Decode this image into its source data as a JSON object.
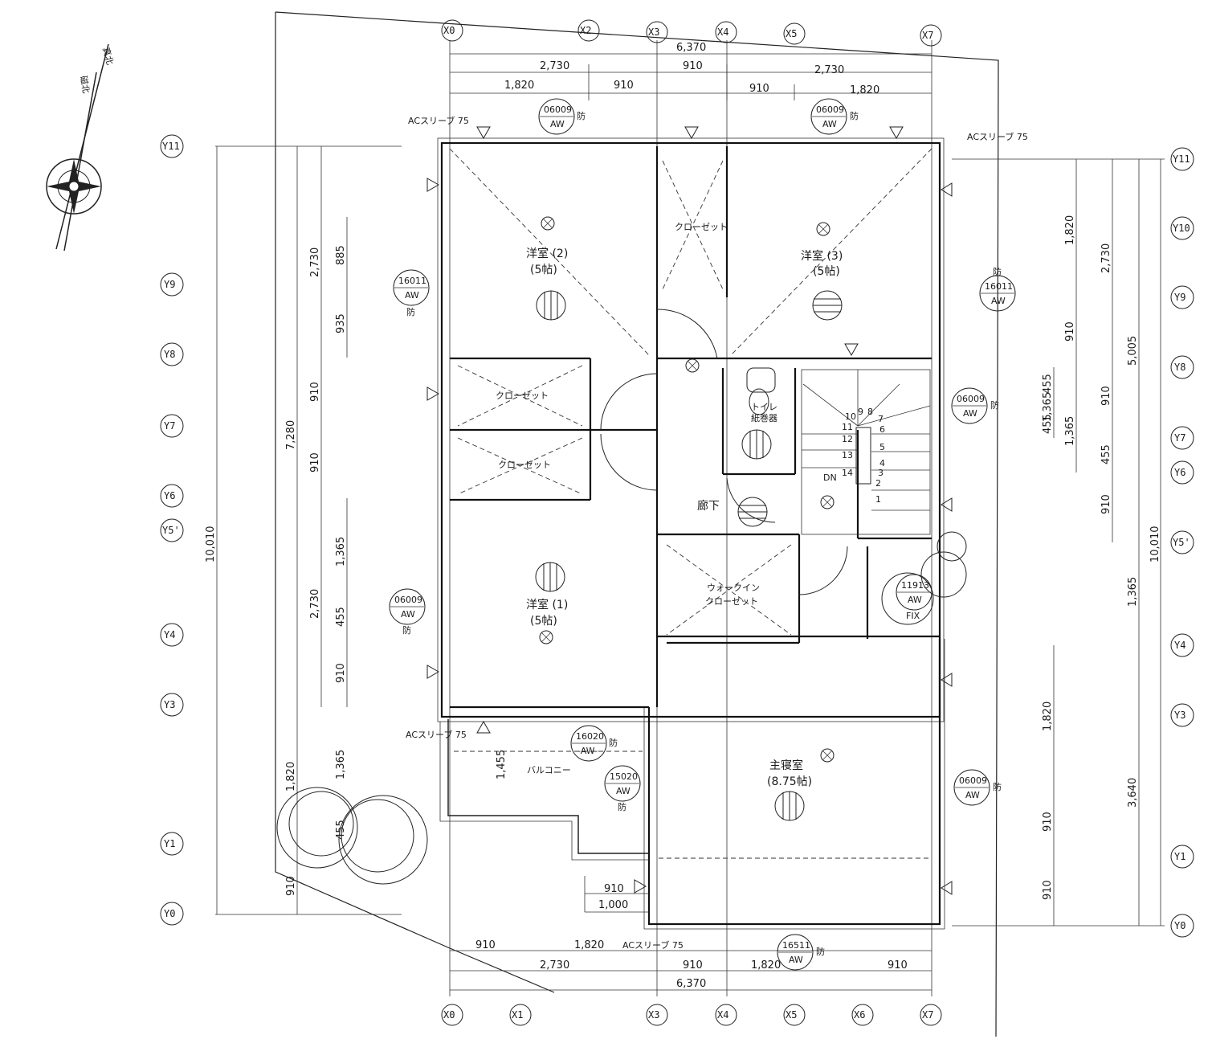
{
  "compass": {
    "true_north": "真北",
    "magnetic_north": "磁北"
  },
  "grid": {
    "x_top": [
      "X0",
      "X2",
      "X3",
      "X4",
      "X5",
      "X7"
    ],
    "x_bottom": [
      "X0",
      "X1",
      "X3",
      "X4",
      "X5",
      "X6",
      "X7"
    ],
    "y_left": [
      "Y11",
      "Y9",
      "Y8",
      "Y7",
      "Y6",
      "Y5'",
      "Y4",
      "Y3",
      "Y1",
      "Y0"
    ],
    "y_right": [
      "Y11",
      "Y10",
      "Y9",
      "Y8",
      "Y7",
      "Y6",
      "Y5'",
      "Y4",
      "Y3",
      "Y1",
      "Y0"
    ]
  },
  "dimensions": {
    "top_total": "6,370",
    "top_row2": [
      "2,730",
      "910",
      "2,730"
    ],
    "top_row3": [
      "1,820",
      "910",
      "910",
      "1,820"
    ],
    "bottom_row1": [
      "910",
      "1,820",
      "910",
      "1,820",
      "910"
    ],
    "bottom_row2": [
      "2,730"
    ],
    "bottom_total": "6,370",
    "left_total": "10,010",
    "left_sub": "7,280",
    "left_col2": [
      "2,730",
      "2,730",
      "1,820"
    ],
    "left_col3": [
      "910",
      "910",
      "1,365",
      "910",
      "1,365",
      "910"
    ],
    "left_col4": [
      "885",
      "935",
      "455",
      "455"
    ],
    "right_total": "10,010",
    "right_col1": [
      "2,730",
      "5,005",
      "1,365",
      "3,640"
    ],
    "right_col2": [
      "1,820",
      "910",
      "455",
      "1,365",
      "455",
      "910",
      "1,365",
      "1,820",
      "910",
      "910"
    ],
    "right_col3": [
      "455",
      "910"
    ],
    "balcony": [
      "1,455",
      "910",
      "1,000"
    ]
  },
  "rooms": {
    "room2_name": "洋室 (2)",
    "room2_size": "(5帖)",
    "room3_name": "洋室 (3)",
    "room3_size": "(5帖)",
    "room1_name": "洋室 (1)",
    "room1_size": "(5帖)",
    "master_name": "主寝室",
    "master_size": "(8.75帖)",
    "closet_top": "クローゼット",
    "closet_left1": "クローゼット",
    "closet_left2": "クローゼット",
    "walkin_1": "ウォークイン",
    "walkin_2": "クローゼット",
    "hallway": "廊下",
    "toilet": "トイレ",
    "paper": "紙巻器",
    "balcony": "バルコニー",
    "stairs_dn": "DN",
    "fix": "FIX"
  },
  "windows": [
    {
      "code": "06009",
      "type": "AW",
      "mark": "防"
    },
    {
      "code": "06009",
      "type": "AW",
      "mark": "防"
    },
    {
      "code": "16011",
      "type": "AW",
      "mark": "防"
    },
    {
      "code": "16011",
      "type": "AW",
      "mark": "防"
    },
    {
      "code": "06009",
      "type": "AW",
      "mark": "防"
    },
    {
      "code": "06009",
      "type": "AW",
      "mark": "防"
    },
    {
      "code": "11913",
      "type": "AW",
      "mark": ""
    },
    {
      "code": "16020",
      "type": "-AW-",
      "mark": "防"
    },
    {
      "code": "15020",
      "type": "AW",
      "mark": "防"
    },
    {
      "code": "06009",
      "type": "AW",
      "mark": "防"
    },
    {
      "code": "16511",
      "type": "AW",
      "mark": "防"
    }
  ],
  "sleeves": [
    "ACスリーブ 75",
    "ACスリーブ 75",
    "ACスリーブ 75",
    "ACスリーブ 75"
  ],
  "stair_numbers": [
    "1",
    "2",
    "3",
    "4",
    "5",
    "6",
    "7",
    "8",
    "9",
    "10",
    "11",
    "12",
    "13",
    "14"
  ]
}
